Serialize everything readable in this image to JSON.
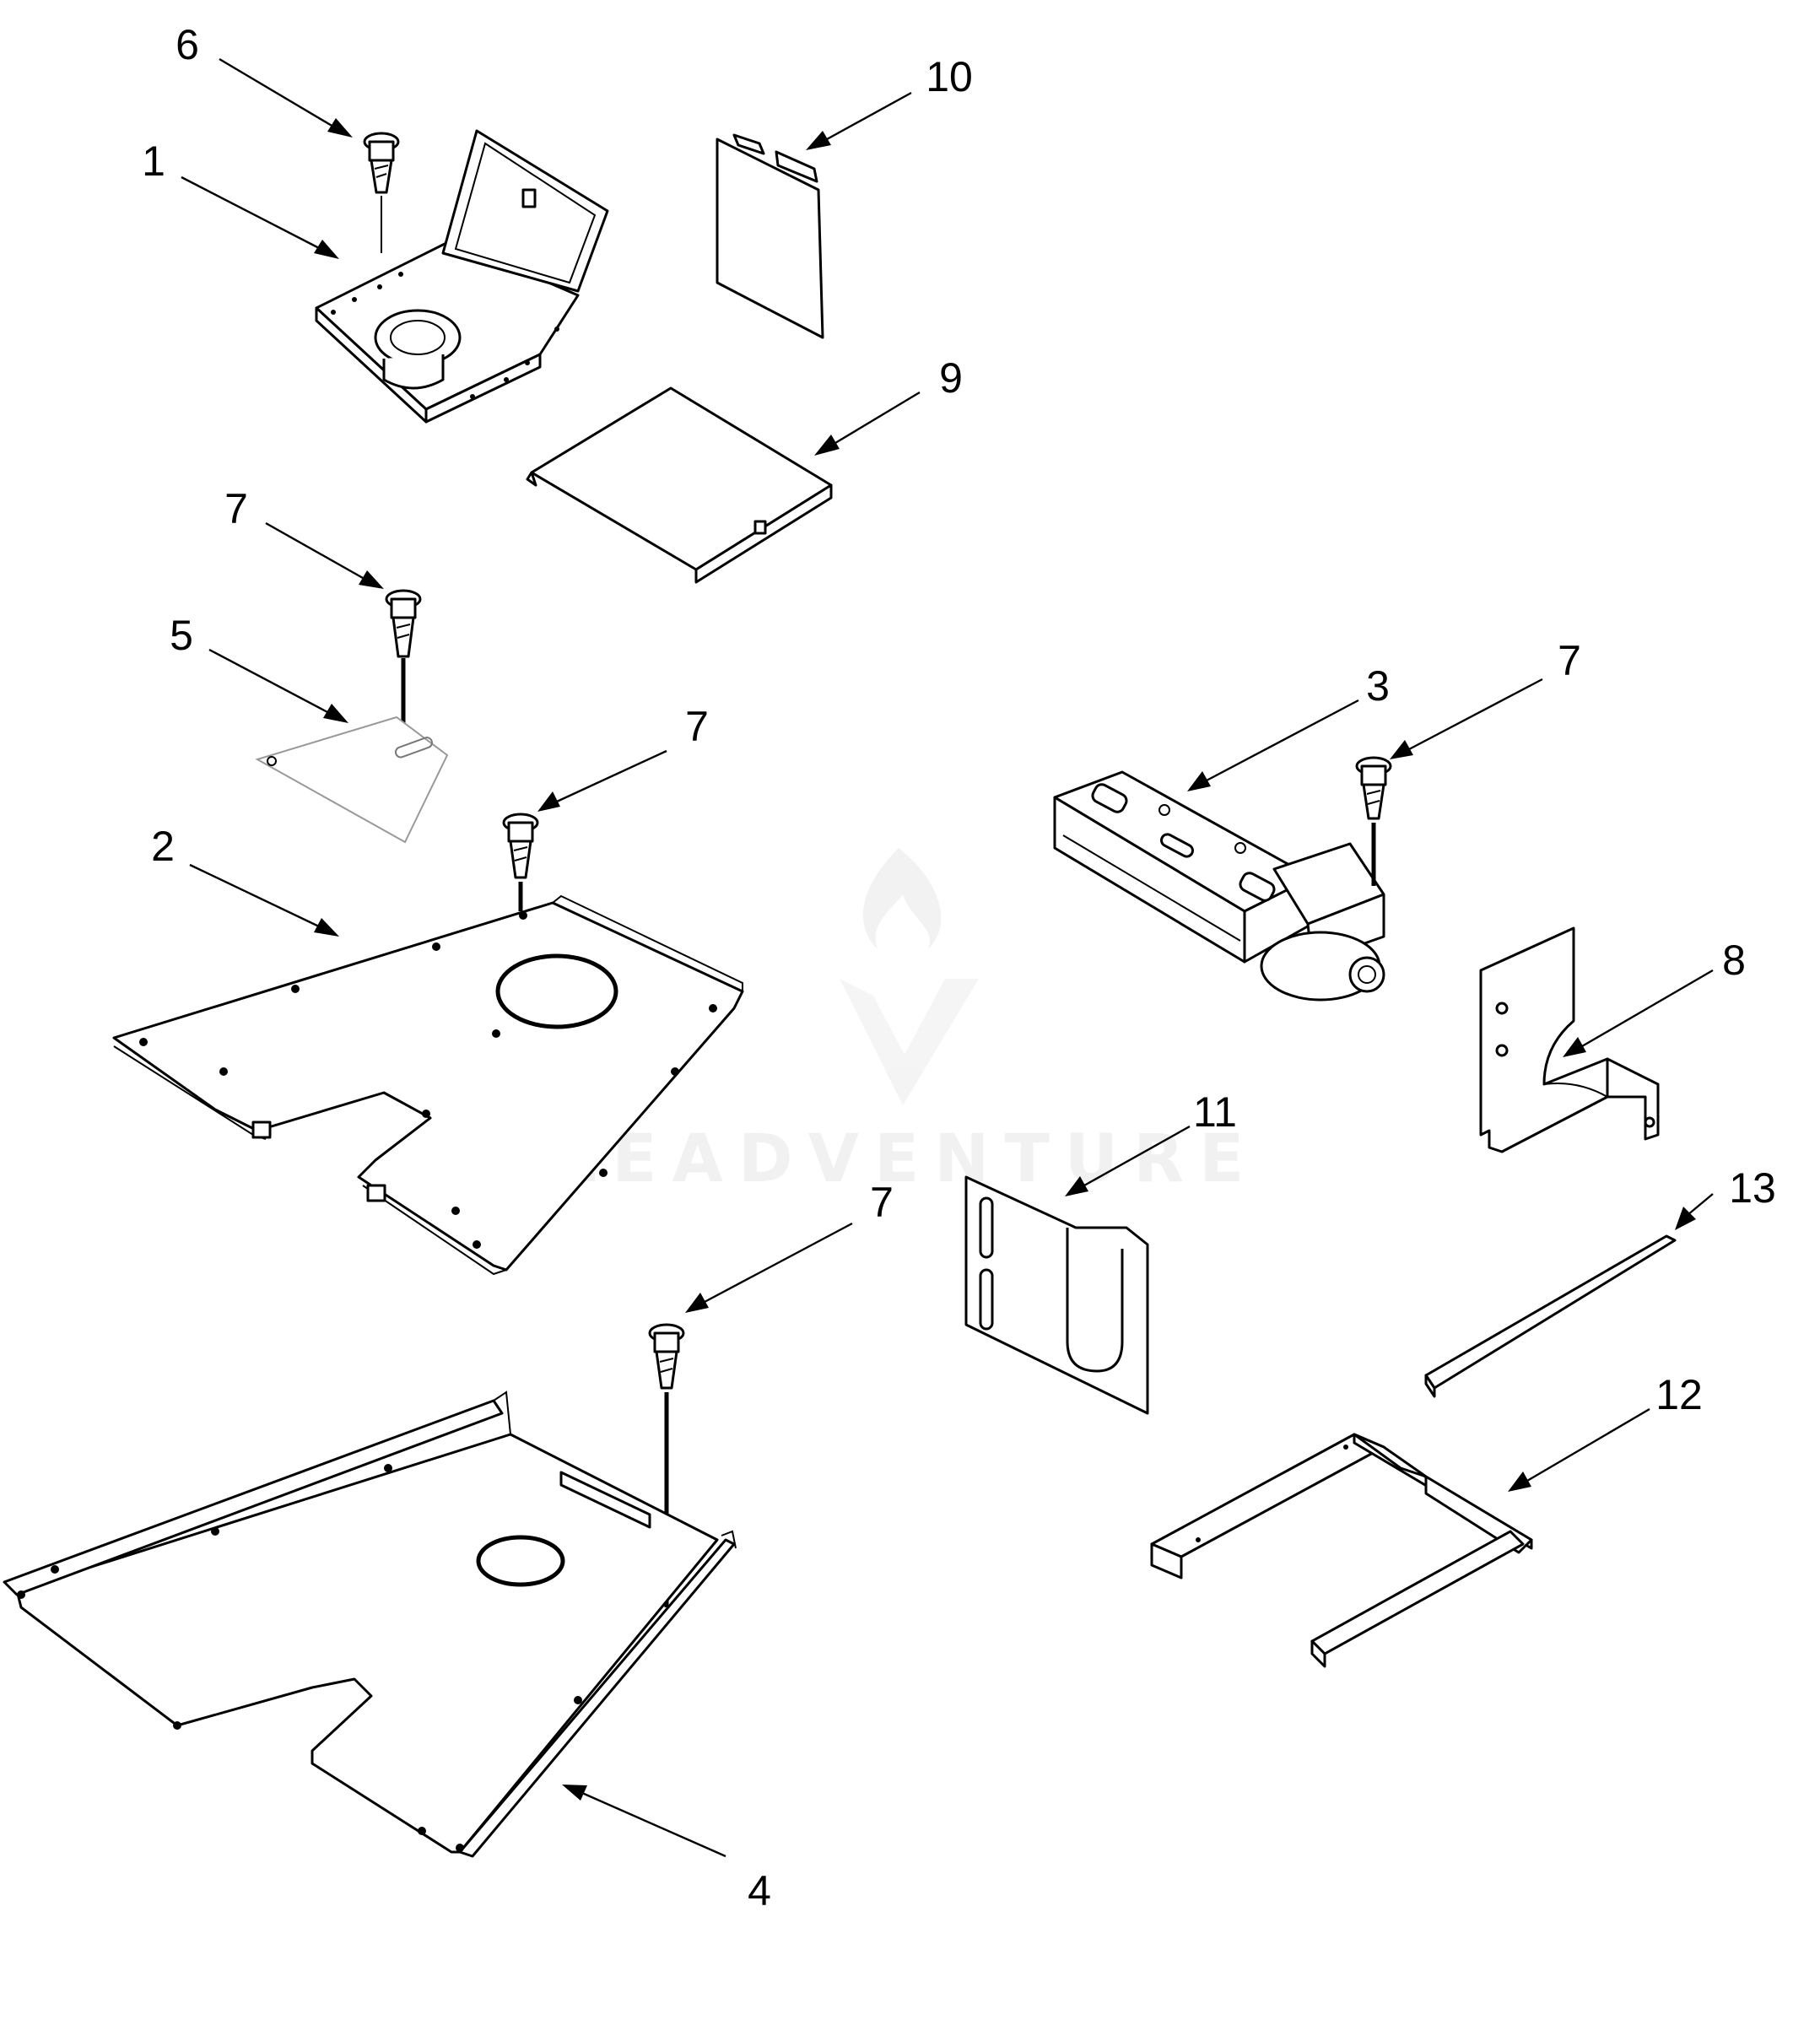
{
  "watermark": {
    "text": "LEADVENTURE",
    "color": "#e6e6e6"
  },
  "callouts": {
    "c1": "1",
    "c2": "2",
    "c3": "3",
    "c4": "4",
    "c5": "5",
    "c6": "6",
    "c7a": "7",
    "c7b": "7",
    "c7c": "7",
    "c7d": "7",
    "c8": "8",
    "c9": "9",
    "c10": "10",
    "c11": "11",
    "c12": "12",
    "c13": "13"
  }
}
